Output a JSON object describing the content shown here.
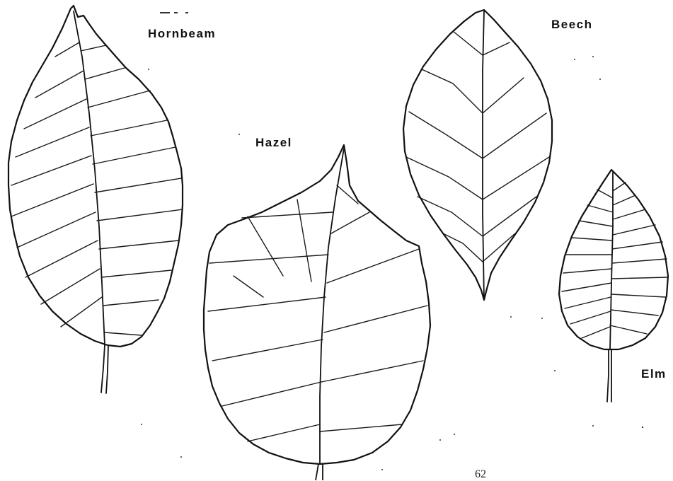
{
  "labels": {
    "hornbeam": "Hornbeam",
    "hazel": "Hazel",
    "beech": "Beech",
    "elm": "Elm"
  },
  "page_number": "62",
  "colors": {
    "ink": "#111111",
    "paper": "#ffffff"
  }
}
